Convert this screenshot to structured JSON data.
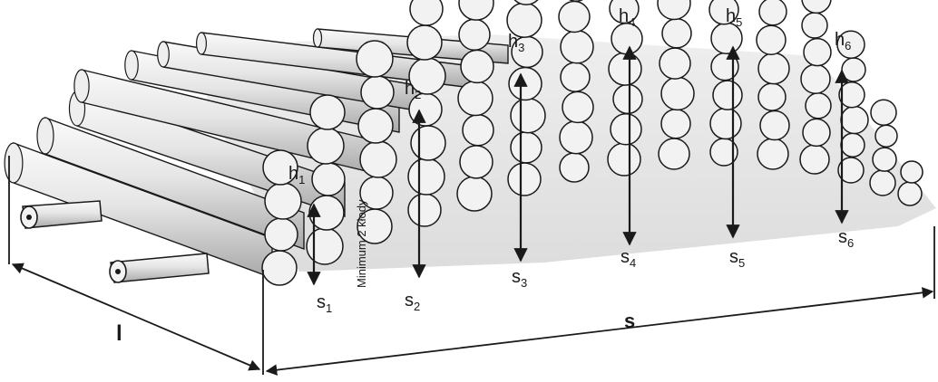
{
  "labels": {
    "h1": "h",
    "h1_sub": "1",
    "h2": "h",
    "h2_sub": "2",
    "h3": "h",
    "h3_sub": "3",
    "h4": "h",
    "h4_sub": "4",
    "h5": "h",
    "h5_sub": "5",
    "h6": "h",
    "h6_sub": "6",
    "s1": "s",
    "s1_sub": "1",
    "s2": "s",
    "s2_sub": "2",
    "s3": "s",
    "s3_sub": "3",
    "s4": "s",
    "s4_sub": "4",
    "s5": "s",
    "s5_sub": "5",
    "s6": "s",
    "s6_sub": "6",
    "length": "l",
    "width": "s",
    "vertical_note": "Minimum 2 kłody"
  },
  "colors": {
    "ink": "#1a1a1a",
    "log_fill": "#f2f2f2",
    "log_shade": "#b9b9b9",
    "background": "#ffffff"
  }
}
